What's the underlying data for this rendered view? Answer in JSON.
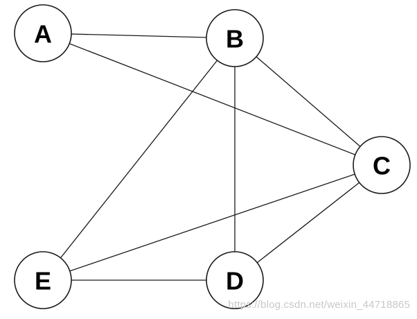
{
  "graph": {
    "nodes": [
      {
        "id": "A",
        "label": "A"
      },
      {
        "id": "B",
        "label": "B"
      },
      {
        "id": "C",
        "label": "C"
      },
      {
        "id": "D",
        "label": "D"
      },
      {
        "id": "E",
        "label": "E"
      }
    ],
    "edges": [
      [
        "A",
        "B"
      ],
      [
        "A",
        "C"
      ],
      [
        "B",
        "C"
      ],
      [
        "B",
        "D"
      ],
      [
        "B",
        "E"
      ],
      [
        "C",
        "E"
      ],
      [
        "C",
        "D"
      ],
      [
        "E",
        "D"
      ]
    ]
  },
  "watermark": "https://blog.csdn.net/weixin_44718865",
  "colors": {
    "stroke": "#1a1a1a",
    "node_fill": "#ffffff",
    "label": "#000000",
    "watermark": "#c8c8c8"
  }
}
